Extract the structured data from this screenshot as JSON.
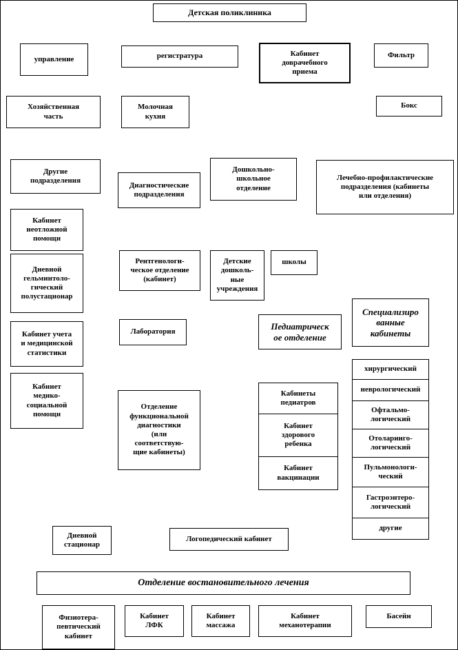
{
  "diagram_title": "Детская поликлиника",
  "nodes": {
    "root": {
      "label": "Детская поликлиника"
    },
    "upravlenie": {
      "label": "управление"
    },
    "registratura": {
      "label": "регистратура"
    },
    "kabinet_dovrachebnogo_priema": {
      "label": "Кабинет\nдоврачебного\nприема"
    },
    "filtr": {
      "label": "Фильтр"
    },
    "hozyaystvennaya_chast": {
      "label": "Хозяйственная\nчасть"
    },
    "molochnaya_kuhnya": {
      "label": "Молочная\nкухня"
    },
    "boks": {
      "label": "Бокс"
    },
    "drugie_podrazdeleniya": {
      "label": "Другие\nподразделения"
    },
    "diagnosticheskie_podrazdeleniya": {
      "label": "Диагностические\nподразделения"
    },
    "doshkolno_shkolnoe_otdelenie": {
      "label": "Дошкольно-\nшкольное\nотделение"
    },
    "lechebno_profilakticheskie": {
      "label": "Лечебно-профилактические\nподразделения (кабинеты\nили отделения)"
    },
    "kabinet_neotlozhnoy_pomoschi": {
      "label": "Кабинет\nнеотложной\nпомощи"
    },
    "dnevnoy_gelmintologicheskiy_polustatsionar": {
      "label": "Дневной\nгельминтоло-\nгический\nполустационар"
    },
    "rentgenologicheskoe_otdelenie": {
      "label": "Рентгенологи-\nческое отделение\n(кабинет)"
    },
    "detskie_doshkolnye_uchrezhdeniya": {
      "label": "Детские\nдошколь-\nные\nучреждения"
    },
    "shkoly": {
      "label": "школы"
    },
    "spetsializirovannye_kabinety": {
      "label": "Специализиро\nванные\nкабинеты"
    },
    "kabinet_ucheta_statistiki": {
      "label": "Кабинет учета\nи медицинской\nстатистики"
    },
    "laboratoriya": {
      "label": "Лаборатория"
    },
    "pediatricheskoe_otdelenie": {
      "label": "Педиатрическ\nое отделение"
    },
    "kabinet_mediko_sotsialnoy_pomoschi": {
      "label": "Кабинет\nмедико-\nсоциальной\nпомощи"
    },
    "hirurgicheskiy": {
      "label": "хирургический"
    },
    "nevrologicheskiy": {
      "label": "неврологический"
    },
    "oftalmologicheskiy": {
      "label": "Офтальмо-\nлогический"
    },
    "otolaringologicheskiy": {
      "label": "Отоларинго-\nлогический"
    },
    "pulmonologicheskiy": {
      "label": "Пульмонологи-\nческий"
    },
    "gastroenterologicheskiy": {
      "label": "Гастроэнтеро-\nлогический"
    },
    "drugie": {
      "label": "другие"
    },
    "otdelenie_funktsionalnoy_diagnostiki": {
      "label": "Отделение\nфункциональной\nдиагностики\n(или\nсоответствую-\nщие кабинеты)"
    },
    "kabinety_pediatrov": {
      "label": "Кабинеты\nпедиатров"
    },
    "kabinet_zdorovogo_rebenka": {
      "label": "Кабинет\nздорового\nребенка"
    },
    "kabinet_vaktsinatsii": {
      "label": "Кабинет\nвакцинации"
    },
    "dnevnoy_statsionar": {
      "label": "Дневной\nстационар"
    },
    "logopedicheskiy_kabinet": {
      "label": "Логопедический кабинет"
    },
    "otdelenie_vosstanovitelnogo_lecheniya": {
      "label": "Отделение востановительного лечения"
    },
    "fizioterapevticheskiy_kabinet": {
      "label": "Физиотера-\nпевтический\nкабинет"
    },
    "kabinet_lfk": {
      "label": "Кабинет\nЛФК"
    },
    "kabinet_massazha": {
      "label": "Кабинет\nмассажа"
    },
    "kabinet_mehanoterapii": {
      "label": "Кабинет\nмеханотерапии"
    },
    "baseyn": {
      "label": "Басейн"
    }
  }
}
